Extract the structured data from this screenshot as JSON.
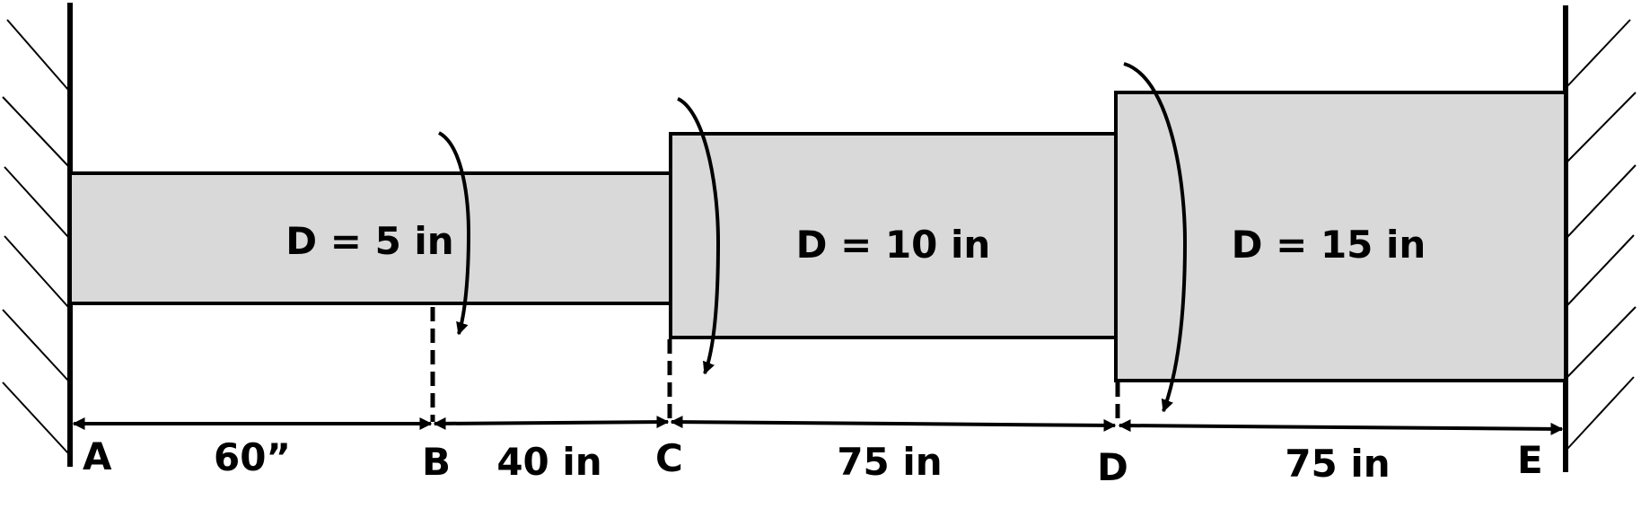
{
  "segments": [
    {
      "diameter_label": "D = 5 in"
    },
    {
      "diameter_label": "D = 10 in"
    },
    {
      "diameter_label": "D = 15 in"
    }
  ],
  "points": [
    "A",
    "B",
    "C",
    "D",
    "E"
  ],
  "lengths": [
    "60”",
    "40 in",
    "75 in",
    "75 in"
  ],
  "colors": {
    "shaft_fill": "#d9d9d9",
    "line": "#000000"
  },
  "torques": [
    {
      "location": "B",
      "icon": "curved-arrow-torque"
    },
    {
      "location": "C",
      "icon": "curved-arrow-torque"
    },
    {
      "location": "D",
      "icon": "curved-arrow-torque"
    }
  ]
}
